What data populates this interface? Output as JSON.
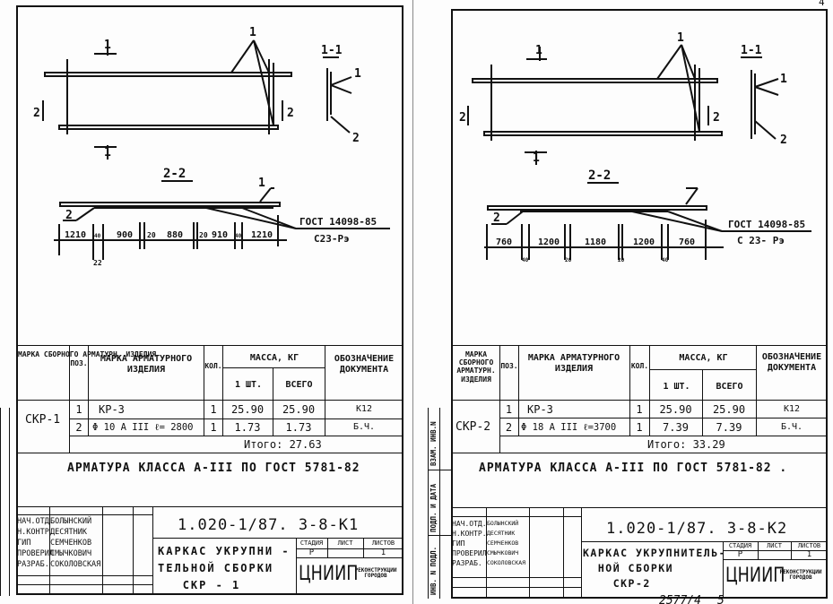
{
  "sheets": [
    {
      "table": {
        "headers": {
          "assembly_mark": "МАРКА СБОРНОГО АРМАТУРН. ИЗДЕЛИЯ",
          "pos": "ПОЗ.",
          "item_mark": "МАРКА АРМАТУРНОГО ИЗДЕЛИЯ",
          "qty": "КОЛ.",
          "mass": "МАССА, КГ",
          "mass_one": "1 ШТ.",
          "mass_total": "ВСЕГО",
          "doc": "ОБОЗНАЧЕНИЕ ДОКУМЕНТА"
        },
        "assembly": "СКР-1",
        "rows": [
          {
            "pos": "1",
            "mark": "КР-3",
            "qty": "1",
            "one": "25.90",
            "total": "25.90",
            "doc": "К12"
          },
          {
            "pos": "2",
            "mark": "Φ 10 А III  ℓ= 2800",
            "qty": "1",
            "one": "1.73",
            "total": "1.73",
            "doc": "Б.Ч."
          }
        ],
        "total": "Итого: 27.63"
      },
      "note": "АРМАТУРА КЛАССА А-III ПО ГОСТ 5781-82",
      "drawing": {
        "section_1": "1",
        "section_2": "2",
        "section_11": "1-1",
        "section_22": "2-2",
        "callout_1": "1",
        "callout_2": "2",
        "gost": "ГОСТ 14098-85",
        "weld": "С23-Рэ",
        "dims": [
          "1210",
          "40",
          "900",
          "20",
          "880",
          "20",
          "910",
          "40",
          "1210"
        ],
        "dim_below": "22"
      },
      "title_block": {
        "code": "1.020-1/87. 3-8-К1",
        "title": [
          "КАРКАС УКРУПНИ -",
          "ТЕЛЬНОЙ СБОРКИ",
          "СКР - 1"
        ],
        "roles": [
          "НАЧ.ОТД.",
          "Н.КОНТР.",
          "ГИП",
          "ПРОВЕРИЛ",
          "РАЗРАБ."
        ],
        "names": [
          "БОЛЫНСКИЙ",
          "ДЕСЯТНИК",
          "СЕМЧЕНКОВ",
          "СМЫЧКОВИЧ",
          "СОКОЛОВСКАЯ"
        ],
        "stage_label": "СТАДИЯ",
        "sheet_label": "ЛИСТ",
        "sheets_label": "ЛИСТОВ",
        "stage": "Р",
        "sheets": "1",
        "org_logo": "ЦНИИП",
        "org_sub": "РЕКОНСТРУКЦИИ ГОРОДОВ"
      }
    },
    {
      "table": {
        "headers": {
          "assembly_mark": "МАРКА СБОРНОГО АРМАТУРН. ИЗДЕЛИЯ",
          "pos": "ПОЗ.",
          "item_mark": "МАРКА АРМАТУРНОГО ИЗДЕЛИЯ",
          "qty": "КОЛ.",
          "mass": "МАССА, КГ",
          "mass_one": "1 ШТ.",
          "mass_total": "ВСЕГО",
          "doc": "ОБОЗНАЧЕНИЕ ДОКУМЕНТА"
        },
        "assembly": "СКР-2",
        "rows": [
          {
            "pos": "1",
            "mark": "КР-3",
            "qty": "1",
            "one": "25.90",
            "total": "25.90",
            "doc": "К12"
          },
          {
            "pos": "2",
            "mark": "Φ 18 А III  ℓ=3700",
            "qty": "1",
            "one": "7.39",
            "total": "7.39",
            "doc": "Б.Ч."
          }
        ],
        "total": "Итого: 33.29"
      },
      "note": "АРМАТУРА КЛАССА А-III ПО ГОСТ 5781-82 .",
      "drawing": {
        "section_1": "1",
        "section_2": "2",
        "section_11": "1-1",
        "section_22": "2-2",
        "callout_1": "1",
        "callout_2": "2",
        "gost": "ГОСТ 14098-85",
        "weld": "С 23- Рэ",
        "dims": [
          "760",
          "1200",
          "1180",
          "1200",
          "760"
        ],
        "dim_small": [
          "40",
          "20",
          "20",
          "40"
        ]
      },
      "title_block": {
        "code": "1.020-1/87. 3-8-К2",
        "title": [
          "КАРКАС УКРУПНИТЕЛЬ-",
          "НОЙ СБОРКИ",
          "СКР-2"
        ],
        "roles": [
          "НАЧ.ОТД.",
          "Н.КОНТР.",
          "ГИП",
          "ПРОВЕРИЛ",
          "РАЗРАБ."
        ],
        "names": [
          "БОЛЫНСКИЙ",
          "ДЕСЯТНИК",
          "СЕМЧЕНКОВ",
          "СМЫЧКОВИЧ",
          "СОКОЛОВСКАЯ"
        ],
        "stage_label": "СТАДИЯ",
        "sheet_label": "ЛИСТ",
        "sheets_label": "ЛИСТОВ",
        "stage": "Р",
        "sheets": "1",
        "org_logo": "ЦНИИП",
        "org_sub": "РЕКОНСТРУКЦИИ ГОРОДОВ"
      }
    }
  ],
  "side_strip": [
    "ИНВ. N ПОДЛ.",
    "ПОДП. И ДАТА",
    "ВЗАМ. ИНВ.N"
  ],
  "page_corner": "4",
  "footer_number": "2577/4",
  "footer_page": "5"
}
